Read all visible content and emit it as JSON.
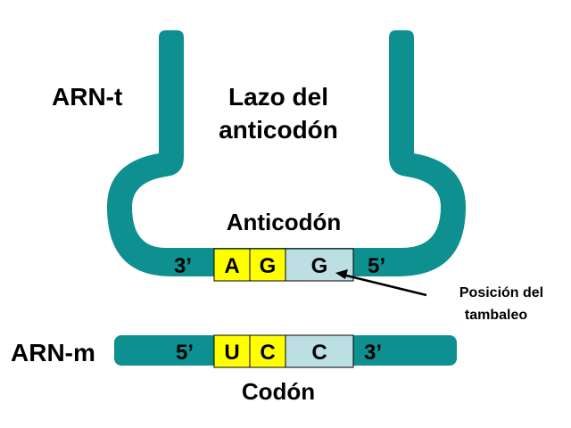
{
  "labels": {
    "trna": "ARN-t",
    "loop_line1": "Lazo del",
    "loop_line2": "anticodón",
    "anticodon": "Anticodón",
    "mrna": "ARN-m",
    "codon": "Codón",
    "wobble_line1": "Posición del",
    "wobble_line2": "tambaleo"
  },
  "anticodon_strand": {
    "end_left": "3’",
    "end_right": "5’",
    "bases": [
      "A",
      "G",
      "G"
    ]
  },
  "codon_strand": {
    "end_left": "5’",
    "end_right": "3’",
    "bases": [
      "U",
      "C",
      "C"
    ]
  },
  "colors": {
    "teal": "#0e9090",
    "base_yellow": "#ffff00",
    "wobble_blue": "#bcdfe3"
  }
}
